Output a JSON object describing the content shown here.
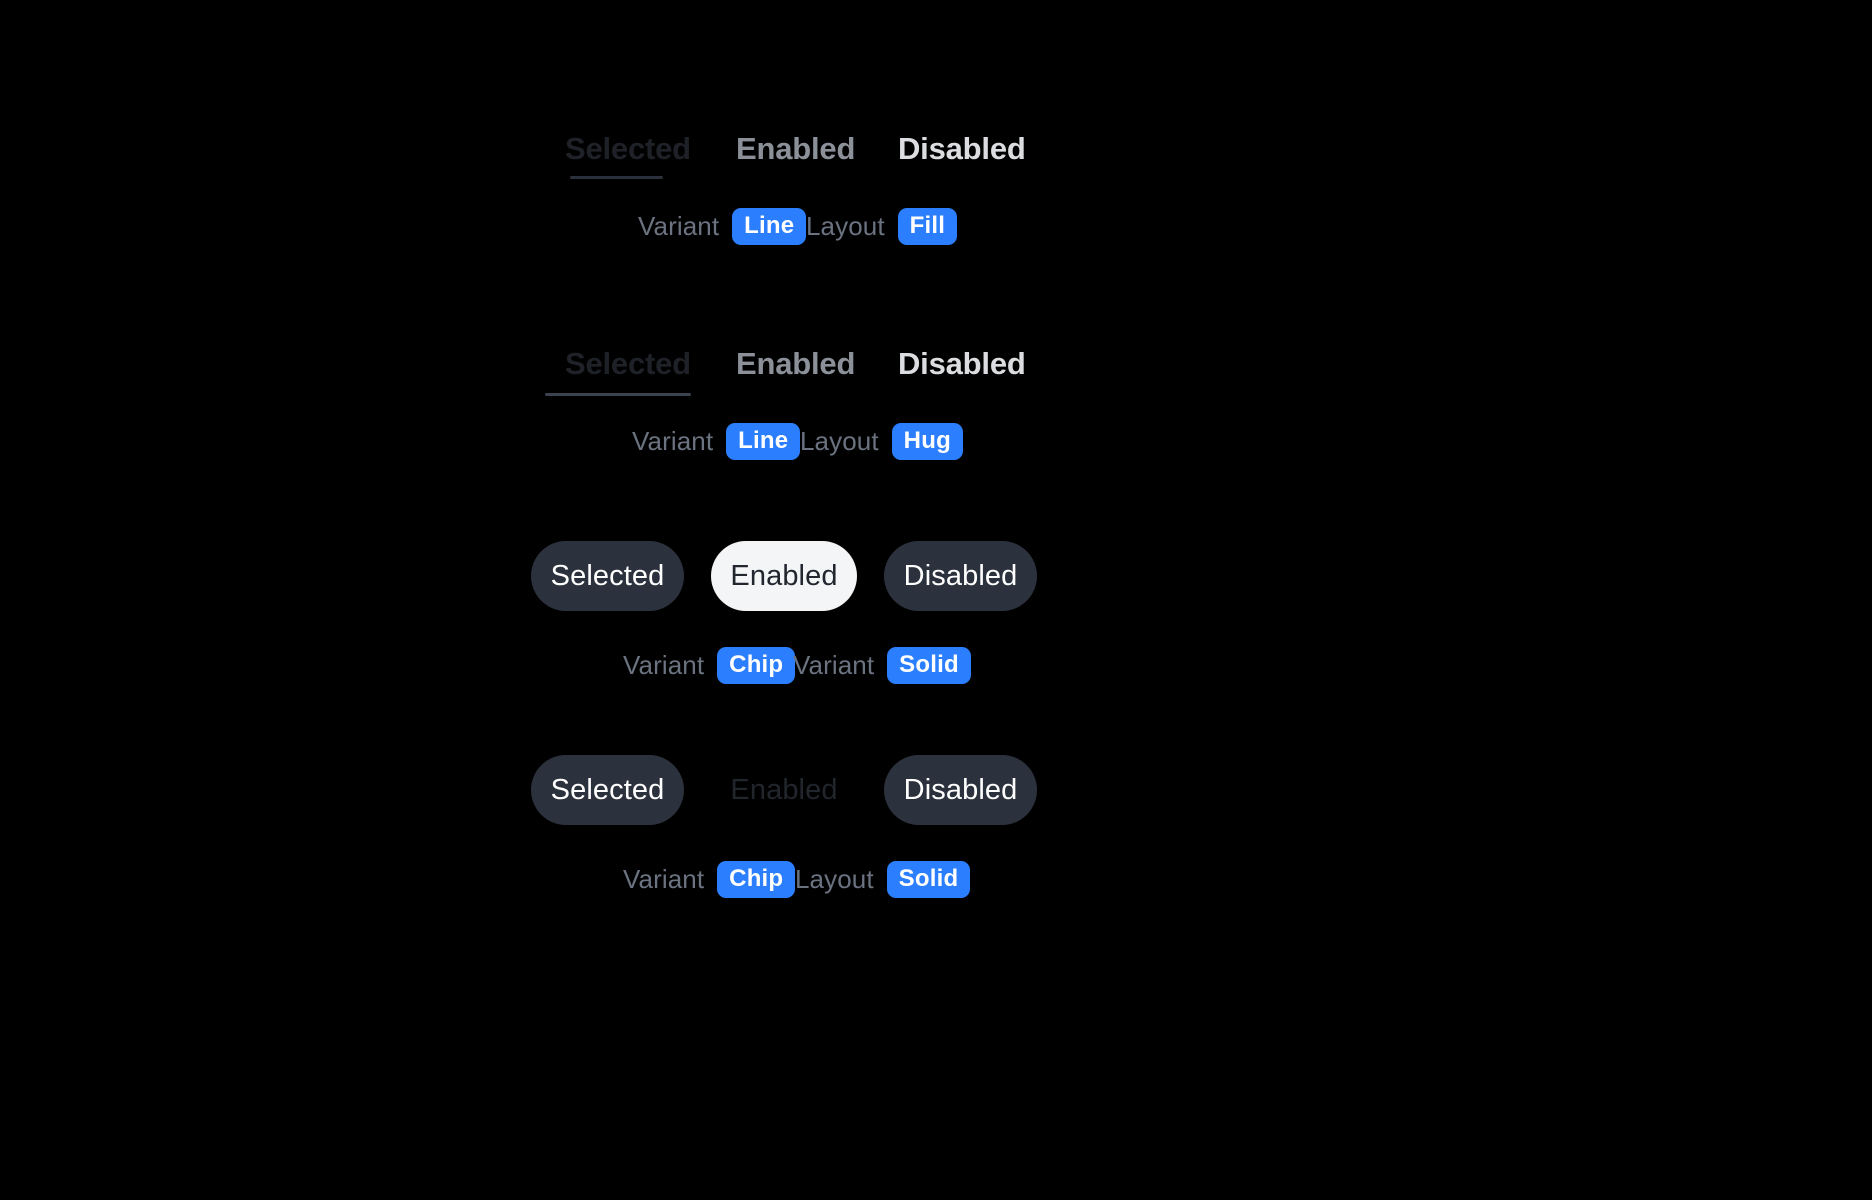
{
  "canvas": {
    "background": "#000000",
    "accent_blue": "#2b7fff"
  },
  "groups": [
    {
      "id": "tabs-line-fill",
      "style": "tabs",
      "states": [
        {
          "label": "Selected",
          "state": "selected"
        },
        {
          "label": "Enabled",
          "state": "enabled"
        },
        {
          "label": "Disabled",
          "state": "disabled"
        }
      ],
      "properties": [
        {
          "label": "Variant",
          "value": "Line"
        },
        {
          "label": "Layout",
          "value": "Fill"
        }
      ]
    },
    {
      "id": "tabs-line-hug",
      "style": "tabs",
      "states": [
        {
          "label": "Selected",
          "state": "selected"
        },
        {
          "label": "Enabled",
          "state": "enabled"
        },
        {
          "label": "Disabled",
          "state": "disabled"
        }
      ],
      "properties": [
        {
          "label": "Variant",
          "value": "Line"
        },
        {
          "label": "Layout",
          "value": "Hug"
        }
      ]
    },
    {
      "id": "chips-chip-solid",
      "style": "pills",
      "states": [
        {
          "label": "Selected",
          "state": "selected"
        },
        {
          "label": "Enabled",
          "state": "enabled"
        },
        {
          "label": "Disabled",
          "state": "disabled"
        }
      ],
      "properties": [
        {
          "label": "Variant",
          "value": "Chip"
        },
        {
          "label": "Variant",
          "value": "Solid"
        }
      ]
    },
    {
      "id": "chips-chip-solid-alt",
      "style": "pills",
      "states": [
        {
          "label": "Selected",
          "state": "selected"
        },
        {
          "label": "Enabled",
          "state": "enabled"
        },
        {
          "label": "Disabled",
          "state": "disabled"
        }
      ],
      "properties": [
        {
          "label": "Variant",
          "value": "Chip"
        },
        {
          "label": "Layout",
          "value": "Solid"
        }
      ]
    }
  ]
}
